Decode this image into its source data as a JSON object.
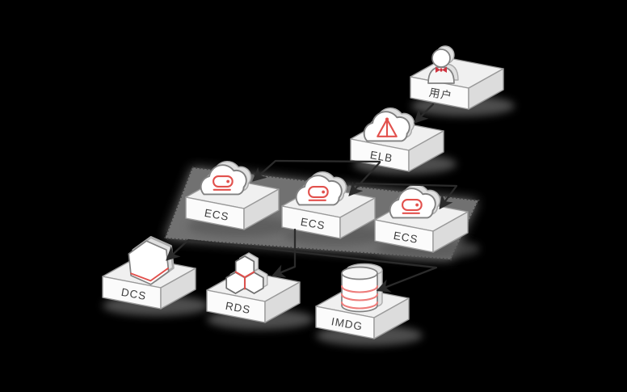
{
  "diagram": {
    "type": "cloud-architecture",
    "background_color": "#000000",
    "accent_color": "#e2514d",
    "line_color": "#2b2b2b",
    "platform_color": "#717171",
    "box_face_color": "#fbfbfb",
    "nodes": [
      {
        "id": "user",
        "label": "用户",
        "icon": "person-icon"
      },
      {
        "id": "elb",
        "label": "ELB",
        "icon": "load-balancer-cloud-icon"
      },
      {
        "id": "ecs1",
        "label": "ECS",
        "icon": "server-cloud-icon"
      },
      {
        "id": "ecs2",
        "label": "ECS",
        "icon": "server-cloud-icon"
      },
      {
        "id": "ecs3",
        "label": "ECS",
        "icon": "server-cloud-icon"
      },
      {
        "id": "dcs",
        "label": "DCS",
        "icon": "hexagon-cache-icon"
      },
      {
        "id": "rds",
        "label": "RDS",
        "icon": "honeycomb-database-icon"
      },
      {
        "id": "imdg",
        "label": "IMDG",
        "icon": "database-cylinder-icon"
      }
    ],
    "edges": [
      {
        "from": "用户",
        "to": "ELB"
      },
      {
        "from": "ELB",
        "to": "ECS-1"
      },
      {
        "from": "ELB",
        "to": "ECS-2"
      },
      {
        "from": "ELB",
        "to": "ECS-3"
      },
      {
        "from": "ECS-tier",
        "to": "DCS"
      },
      {
        "from": "ECS-tier",
        "to": "RDS"
      },
      {
        "from": "ECS-tier",
        "to": "IMDG"
      }
    ]
  }
}
